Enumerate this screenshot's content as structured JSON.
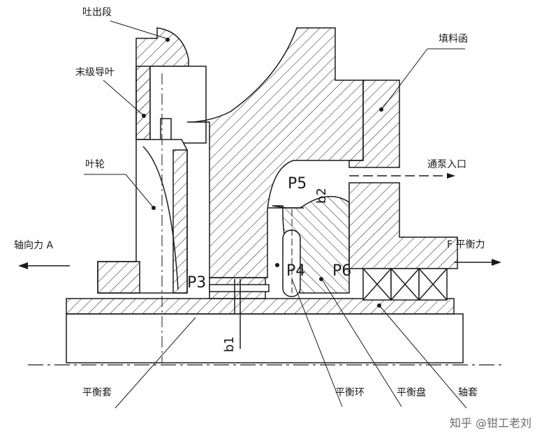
{
  "labels": {
    "discharge_section": "吐出段",
    "last_stage_guide_vane": "末级导叶",
    "impeller": "叶轮",
    "stuffing_box": "填料函",
    "to_pump_inlet": "通泵入口",
    "axial_force": "轴向力 A",
    "balance_force": "F 平衡力",
    "balance_sleeve": "平衡套",
    "balance_ring": "平衡环",
    "balance_disc": "平衡盘",
    "shaft_sleeve": "轴套"
  },
  "pressures": {
    "p3": "P3",
    "p4": "P4",
    "p5": "P5",
    "p6": "P6"
  },
  "gaps": {
    "b1": "b1",
    "b2": "b2"
  },
  "watermark": "知乎 @钳工老刘",
  "colors": {
    "line": "#1a1a1a",
    "hatch": "#2a2a2a",
    "background": "#ffffff"
  }
}
